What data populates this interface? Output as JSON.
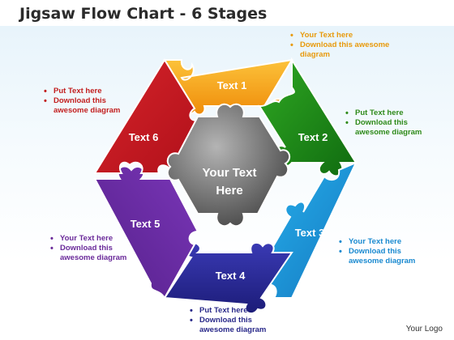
{
  "title": {
    "main": "Jigsaw Flow Chart",
    "separator": " - ",
    "sub": "6 Stages"
  },
  "center": {
    "line1": "Your Text",
    "line2": "Here"
  },
  "pieces": [
    {
      "label": "Text 1",
      "color": "#f5a623"
    },
    {
      "label": "Text 2",
      "color": "#1e8a1a"
    },
    {
      "label": "Text 3",
      "color": "#1b9ad8"
    },
    {
      "label": "Text 4",
      "color": "#2b2a9a"
    },
    {
      "label": "Text 5",
      "color": "#6b2aa0"
    },
    {
      "label": "Text 6",
      "color": "#c4161c"
    }
  ],
  "callouts": {
    "orange": [
      "Your Text here",
      "Download this awesome diagram"
    ],
    "red": [
      "Put Text here",
      "Download this awesome diagram"
    ],
    "green": [
      "Put Text here",
      "Download this awesome diagram"
    ],
    "purple": [
      "Your Text here",
      "Download this awesome diagram"
    ],
    "blue": [
      "Your Text here",
      "Download this awesome diagram"
    ],
    "navy": [
      "Put Text here",
      "Download this awesome diagram"
    ]
  },
  "logo": "Your Logo"
}
